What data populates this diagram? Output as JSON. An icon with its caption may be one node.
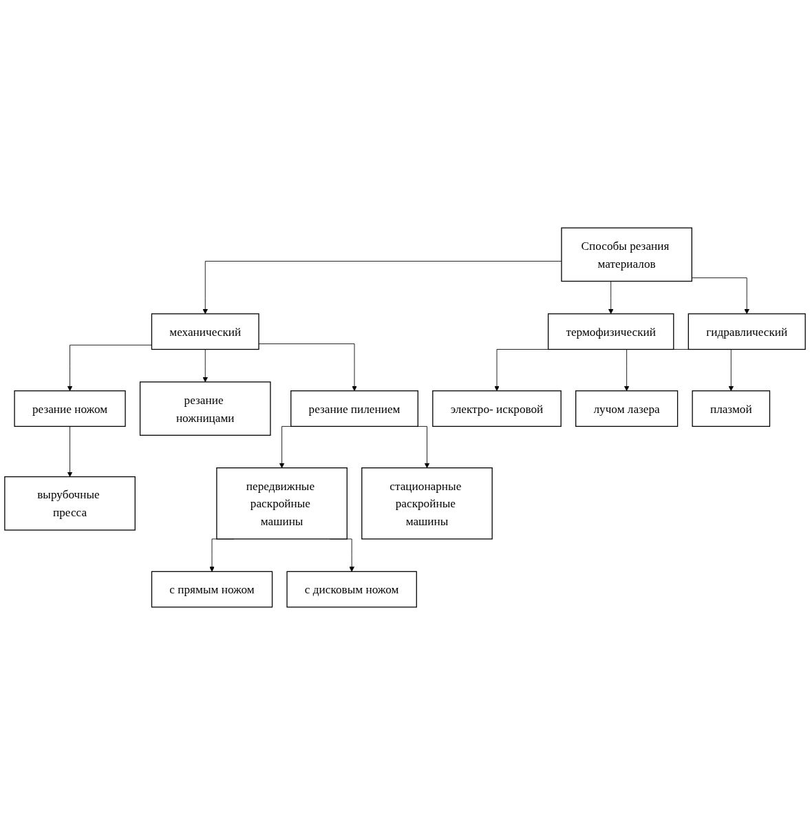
{
  "diagram": {
    "nodes": [
      {
        "text": [
          "Способы резания материалов"
        ]
      },
      {
        "text": [
          "механический"
        ]
      },
      {
        "text": [
          "термофизический"
        ]
      },
      {
        "text": [
          "гидравлический"
        ]
      },
      {
        "text": [
          "резание ножом"
        ]
      },
      {
        "text": [
          "резание ножницами"
        ]
      },
      {
        "text": [
          "резание пилением"
        ]
      },
      {
        "text": [
          "электро- искровой"
        ]
      },
      {
        "text": [
          "лучом лазера"
        ]
      },
      {
        "text": [
          "плазмой"
        ]
      },
      {
        "text": [
          "вырубочные пресса"
        ]
      },
      {
        "text": [
          "передвижные раскройные машины"
        ]
      },
      {
        "text": [
          "стационарные раскройные машины"
        ]
      },
      {
        "text": [
          "с прямым ножом"
        ]
      },
      {
        "text": [
          "с дисковым ножом"
        ]
      }
    ],
    "edges": [
      {
        "from": 0,
        "to": 1,
        "arrow": "to"
      },
      {
        "from": 0,
        "to": 2,
        "arrow": "to"
      },
      {
        "from": 0,
        "to": 3,
        "arrow": "to"
      },
      {
        "from": 1,
        "to": 4,
        "arrow": "to"
      },
      {
        "from": 1,
        "to": 5,
        "arrow": "to"
      },
      {
        "from": 1,
        "to": 6,
        "arrow": "to"
      },
      {
        "from": 2,
        "to": 7,
        "arrow": "to"
      },
      {
        "from": 2,
        "to": 8,
        "arrow": "to"
      },
      {
        "from": 2,
        "to": 9,
        "arrow": "to"
      },
      {
        "from": 4,
        "to": 10,
        "arrow": "to"
      },
      {
        "from": 6,
        "to": 11,
        "arrow": "to"
      },
      {
        "from": 6,
        "to": 12,
        "arrow": "to"
      },
      {
        "from": 11,
        "to": 13,
        "arrow": "to"
      },
      {
        "from": 11,
        "to": 14,
        "arrow": "to"
      }
    ]
  }
}
